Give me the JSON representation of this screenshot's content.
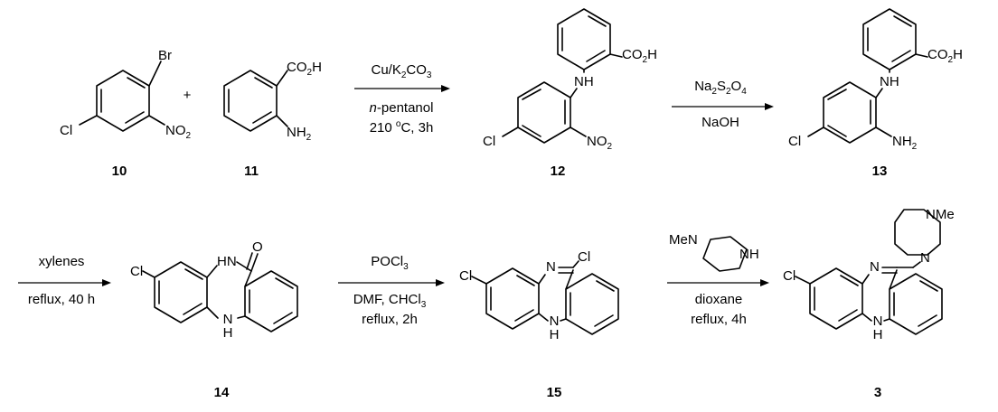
{
  "compounds": {
    "c10": {
      "number": "10",
      "labels": {
        "br": "Br",
        "cl": "Cl",
        "no2": "NO",
        "no2_sub": "2"
      }
    },
    "c11": {
      "number": "11",
      "labels": {
        "co2h_a": "CO",
        "co2h_sub": "2",
        "co2h_b": "H",
        "nh2": "NH",
        "nh2_sub": "2"
      }
    },
    "c12": {
      "number": "12",
      "labels": {
        "co2h_a": "CO",
        "co2h_sub": "2",
        "co2h_b": "H",
        "nh": "NH",
        "cl": "Cl",
        "no2": "NO",
        "no2_sub": "2"
      }
    },
    "c13": {
      "number": "13",
      "labels": {
        "co2h_a": "CO",
        "co2h_sub": "2",
        "co2h_b": "H",
        "nh": "NH",
        "cl": "Cl",
        "nh2": "NH",
        "nh2_sub": "2"
      }
    },
    "c14": {
      "number": "14",
      "labels": {
        "hn": "HN",
        "o": "O",
        "cl": "Cl",
        "nh_n": "N",
        "nh_h": "H"
      }
    },
    "c15": {
      "number": "15",
      "labels": {
        "n": "N",
        "cl_ring": "Cl",
        "cl": "Cl",
        "nh_n": "N",
        "nh_h": "H"
      }
    },
    "c3": {
      "number": "3",
      "labels": {
        "nme": "NMe",
        "n_pip": "N",
        "n": "N",
        "cl": "Cl",
        "nh_n": "N",
        "nh_h": "H"
      }
    }
  },
  "plus": "+",
  "reagent_piperazine": {
    "me_n": "MeN",
    "nh": "NH"
  },
  "steps": [
    {
      "above_a": "Cu/K",
      "above_sub": "2",
      "above_b": "CO",
      "above_sub2": "3",
      "below1_italic": "n",
      "below1_rest": "-pentanol",
      "below2_a": "210 ",
      "below2_sup": "o",
      "below2_b": "C, 3h"
    },
    {
      "above_a": "Na",
      "above_sub": "2",
      "above_b": "S",
      "above_sub2": "2",
      "above_c": "O",
      "above_sub3": "4",
      "below": "NaOH"
    },
    {
      "above": "xylenes",
      "below": "reflux, 40 h"
    },
    {
      "above_a": "POCl",
      "above_sub": "3",
      "below1": "DMF, CHCl",
      "below1_sub": "3",
      "below2": "reflux, 2h"
    },
    {
      "below1": "dioxane",
      "below2": "reflux, 4h"
    }
  ]
}
